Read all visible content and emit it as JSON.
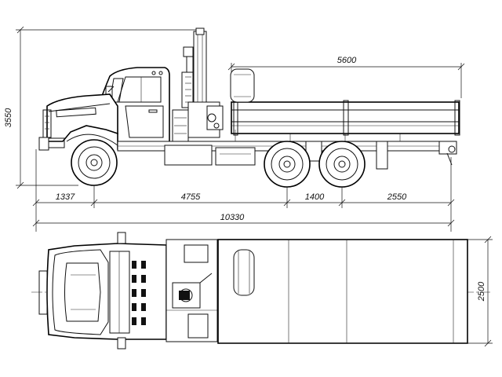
{
  "dimensions": {
    "overall_height": "3550",
    "cargo_body_length": "5600",
    "front_overhang": "1337",
    "wheelbase_front": "4755",
    "rear_axle_spacing": "1400",
    "rear_overhang": "2550",
    "overall_length": "10330",
    "body_width": "2500"
  },
  "colors": {
    "ink": "#111111",
    "paper": "#ffffff"
  }
}
